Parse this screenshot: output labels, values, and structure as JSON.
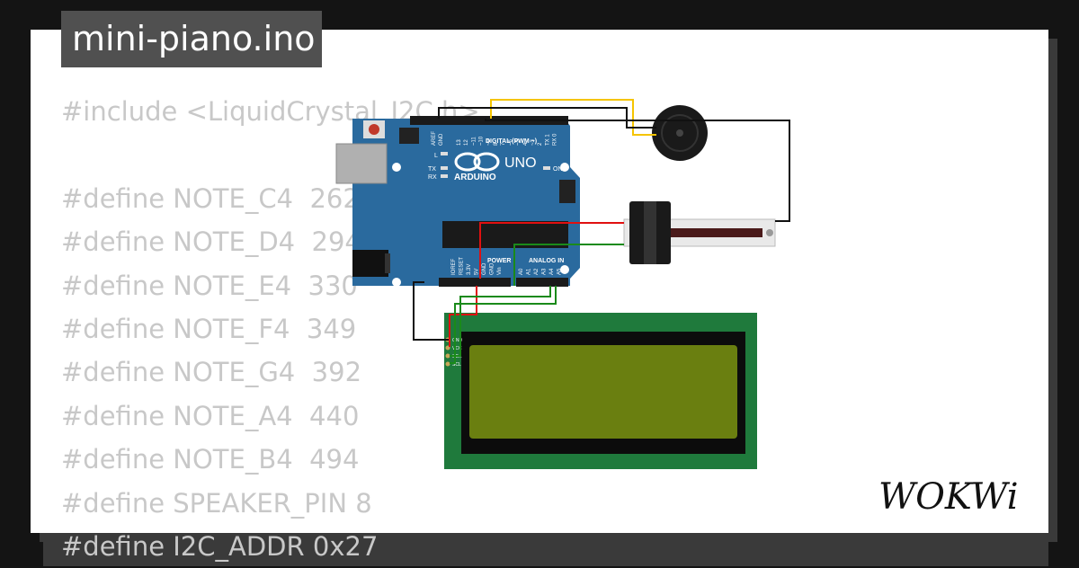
{
  "title": "mini-piano.ino",
  "code_lines": [
    "#include <LiquidCrystal_I2C.h>",
    "",
    "#define NOTE_C4  262",
    "#define NOTE_D4  294",
    "#define NOTE_E4  330",
    "#define NOTE_F4  349",
    "#define NOTE_G4  392",
    "#define NOTE_A4  440",
    "#define NOTE_B4  494",
    "#define SPEAKER_PIN 8",
    "#define I2C_ADDR 0x27"
  ],
  "arduino": {
    "brand": "ARDUINO",
    "model": "UNO",
    "digital_label": "DIGITAL (PWM ~)",
    "power_label": "POWER",
    "analog_label": "ANALOG IN",
    "aref": "AREF",
    "gnd": "GND",
    "led_l": "L",
    "led_tx": "TX",
    "led_rx": "RX",
    "led_on": "ON",
    "power_pins": [
      "IOREF",
      "RESET",
      "3.3V",
      "5V",
      "GND",
      "GND",
      "Vin"
    ],
    "analog_pins": [
      "A0",
      "A1",
      "A2",
      "A3",
      "A4",
      "A5"
    ],
    "digital_pins": [
      "13",
      "12",
      "~11",
      "~10",
      "~9",
      "8",
      "7",
      "~6",
      "~5",
      "4",
      "~3",
      "2",
      "TX 1",
      "RX 0"
    ]
  },
  "lcd_pins": [
    "GND",
    "VCC",
    "SDA",
    "SCL"
  ],
  "logo": "WOKWi",
  "colors": {
    "board": "#2a6a9e",
    "lcd_pcb": "#1f7a3c",
    "lcd_screen": "#6a7f10",
    "wire_red": "#e01010",
    "wire_green": "#1a8a1a",
    "wire_yellow": "#f5c400",
    "wire_black": "#111111"
  }
}
